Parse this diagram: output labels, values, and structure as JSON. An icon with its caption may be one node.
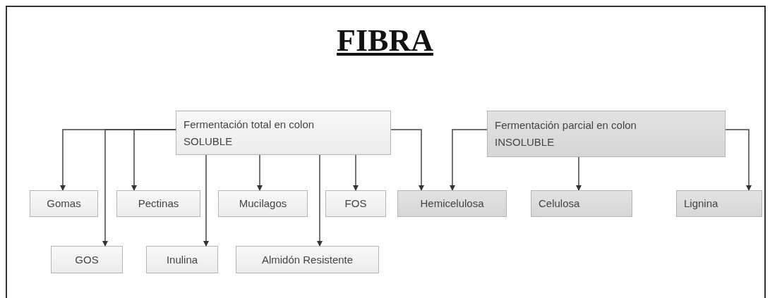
{
  "diagram": {
    "title": "FIBRA",
    "nodes": [
      {
        "text": [
          "Fermentación total en colon",
          "SOLUBLE"
        ]
      },
      {
        "text": [
          "Fermentación parcial en colon",
          "INSOLUBLE"
        ]
      },
      {
        "text": [
          "Gomas"
        ]
      },
      {
        "text": [
          "GOS"
        ]
      },
      {
        "text": [
          "Pectinas"
        ]
      },
      {
        "text": [
          "Inulina"
        ]
      },
      {
        "text": [
          "Mucilagos"
        ]
      },
      {
        "text": [
          "Almidón Resistente"
        ]
      },
      {
        "text": [
          "FOS"
        ]
      },
      {
        "text": [
          "Hemicelulosa"
        ]
      },
      {
        "text": [
          "Celulosa"
        ]
      },
      {
        "text": [
          "Lignina"
        ]
      }
    ],
    "edges": [
      {
        "from": 0,
        "to": 2,
        "arrow": "to"
      },
      {
        "from": 0,
        "to": 3,
        "arrow": "to"
      },
      {
        "from": 0,
        "to": 4,
        "arrow": "to"
      },
      {
        "from": 0,
        "to": 5,
        "arrow": "to"
      },
      {
        "from": 0,
        "to": 6,
        "arrow": "to"
      },
      {
        "from": 0,
        "to": 7,
        "arrow": "to"
      },
      {
        "from": 0,
        "to": 8,
        "arrow": "to"
      },
      {
        "from": 0,
        "to": 9,
        "arrow": "to"
      },
      {
        "from": 1,
        "to": 9,
        "arrow": "to"
      },
      {
        "from": 1,
        "to": 10,
        "arrow": "to"
      },
      {
        "from": 1,
        "to": 11,
        "arrow": "to"
      }
    ]
  }
}
